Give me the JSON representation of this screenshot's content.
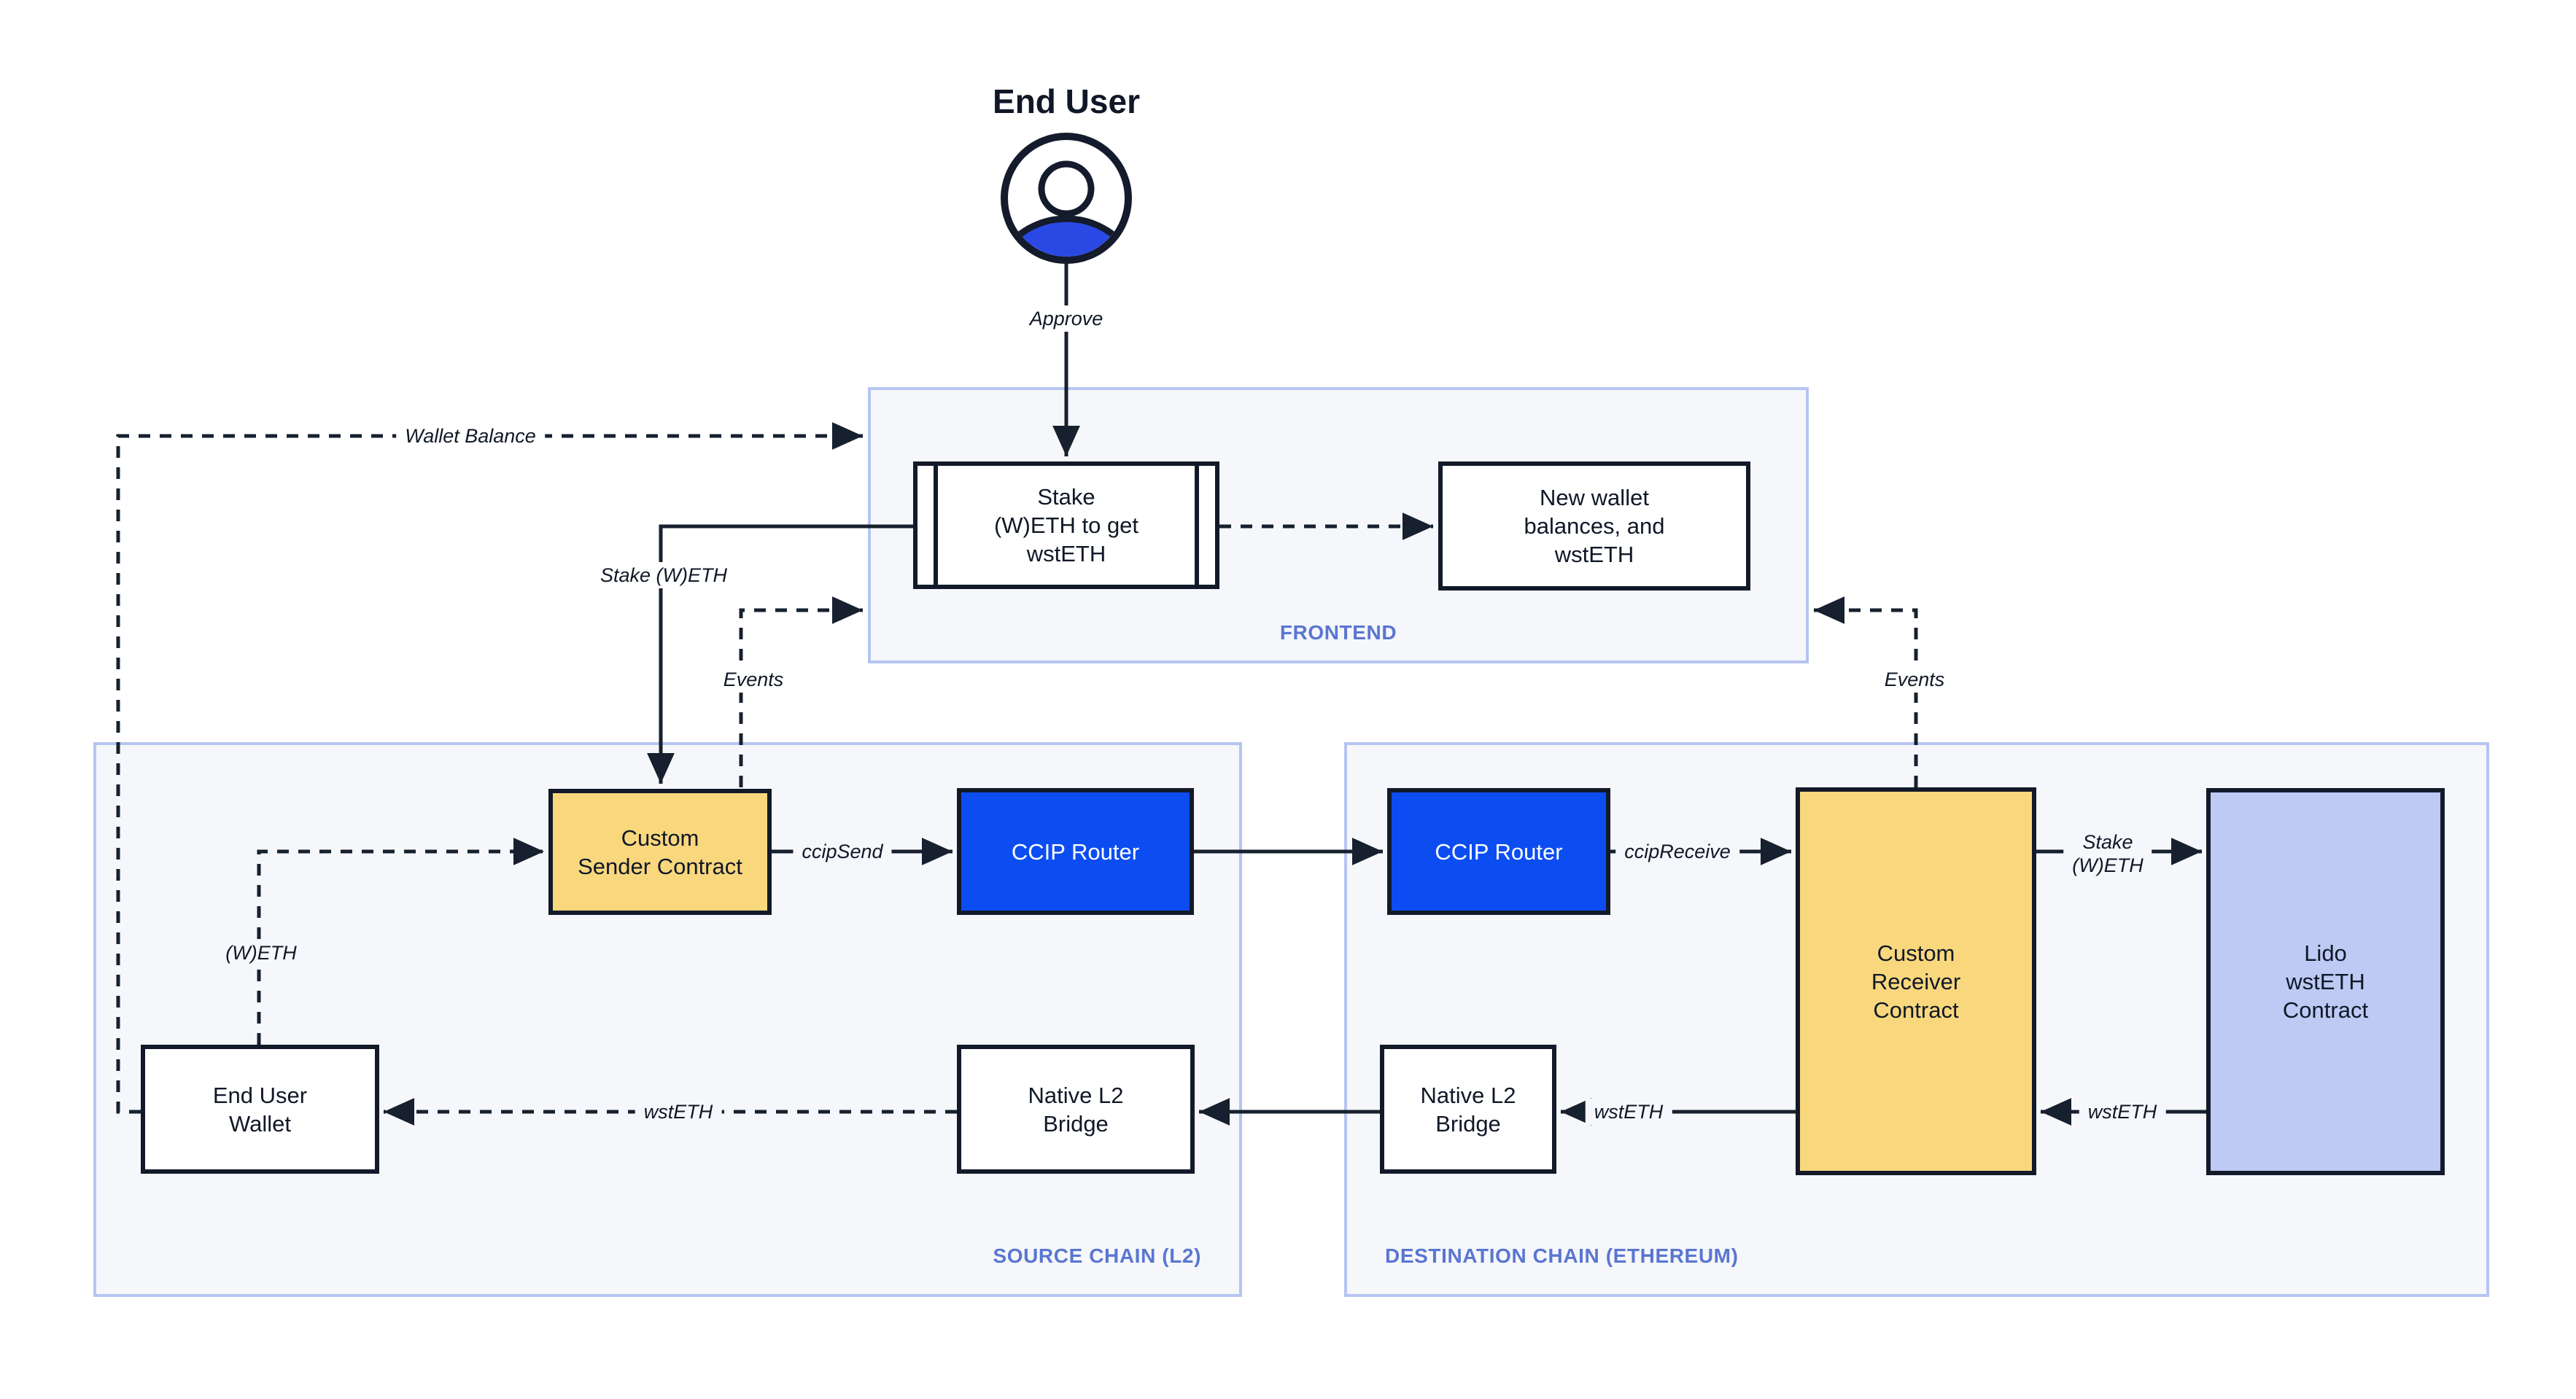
{
  "title": "End User",
  "containers": {
    "frontend": {
      "label": "FRONTEND"
    },
    "source": {
      "label": "SOURCE CHAIN (L2)"
    },
    "destination": {
      "label": "DESTINATION CHAIN (ETHEREUM)"
    }
  },
  "nodes": {
    "stake": {
      "label": "Stake\n(W)ETH to get\nwstETH"
    },
    "new_wallet": {
      "label": "New wallet\nbalances, and\nwstETH"
    },
    "custom_sender": {
      "label": "Custom\nSender Contract"
    },
    "ccip_router_source": {
      "label": "CCIP Router"
    },
    "ccip_router_destination": {
      "label": "CCIP Router"
    },
    "custom_receiver": {
      "label": "Custom\nReceiver\nContract"
    },
    "lido": {
      "label": "Lido\nwstETH\nContract"
    },
    "end_user_wallet": {
      "label": "End User\nWallet"
    },
    "native_l2_bridge_source": {
      "label": "Native L2\nBridge"
    },
    "native_l2_bridge_destination": {
      "label": "Native L2\nBridge"
    }
  },
  "edges": {
    "approve": "Approve",
    "wallet_balance": "Wallet Balance",
    "stake_weth": "Stake (W)ETH",
    "events_left": "Events",
    "events_right": "Events",
    "ccip_send": "ccipSend",
    "ccip_receive": "ccipReceive",
    "stake_weth_right": "Stake\n(W)ETH",
    "weth": "(W)ETH",
    "wsteth_to_wallet": "wstETH",
    "wsteth_to_bridge": "wstETH",
    "wsteth_from_lido": "wstETH"
  },
  "colors": {
    "accent_blue": "#0C4DF2",
    "avatar_blue": "#2A49E4",
    "node_yellow": "#F9D77D",
    "node_purple": "#BEC9F4",
    "container_bg": "#F5F7FB",
    "container_border": "#B6C4F1",
    "container_label": "#5A76D0",
    "line": "#16202E",
    "node_border": "#121A2A",
    "text": "#101827"
  }
}
